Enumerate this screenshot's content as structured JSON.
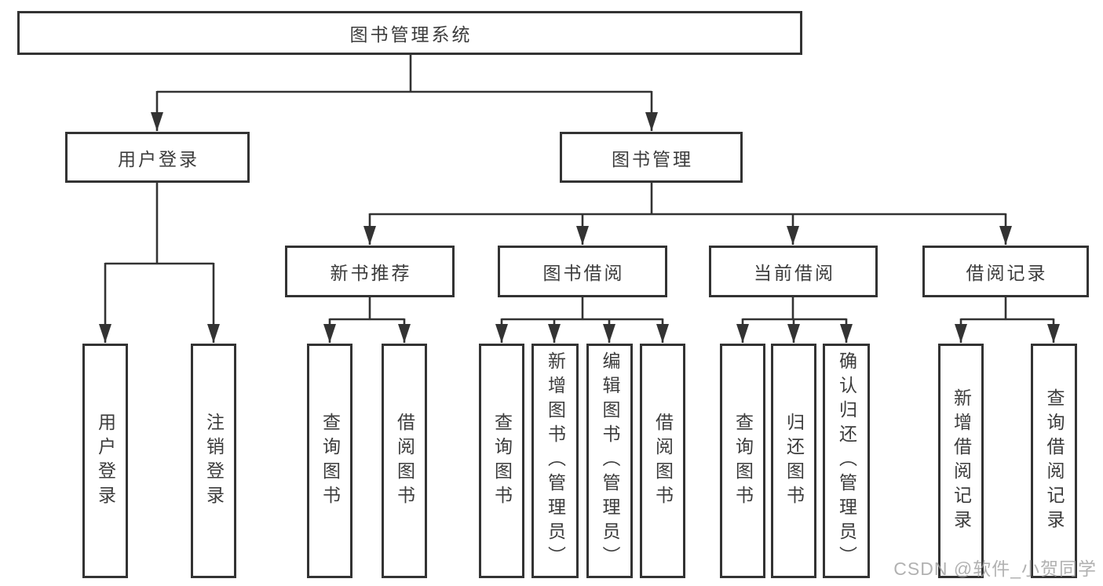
{
  "hierarchy": {
    "label": "图书管理系统",
    "children": [
      {
        "label": "用户登录",
        "children": [
          {
            "label": "用户登录"
          },
          {
            "label": "注销登录"
          }
        ]
      },
      {
        "label": "图书管理",
        "children": [
          {
            "label": "新书推荐",
            "children": [
              {
                "label": "查询图书"
              },
              {
                "label": "借阅图书"
              }
            ]
          },
          {
            "label": "图书借阅",
            "children": [
              {
                "label": "查询图书"
              },
              {
                "label": "新增图书（管理员）"
              },
              {
                "label": "编辑图书（管理员）"
              },
              {
                "label": "借阅图书"
              }
            ]
          },
          {
            "label": "当前借阅",
            "children": [
              {
                "label": "查询图书"
              },
              {
                "label": "归还图书"
              },
              {
                "label": "确认归还（管理员）"
              }
            ]
          },
          {
            "label": "借阅记录",
            "children": [
              {
                "label": "新增借阅记录"
              },
              {
                "label": "查询借阅记录"
              }
            ]
          }
        ]
      }
    ]
  },
  "watermark": {
    "text": "CSDN @软件_小贺同学"
  },
  "colors": {
    "line": "#333333",
    "text": "#3c3c3c",
    "box_bg": "#ffffff",
    "watermark": "#9e9e9e",
    "bg": "#ffffff"
  }
}
